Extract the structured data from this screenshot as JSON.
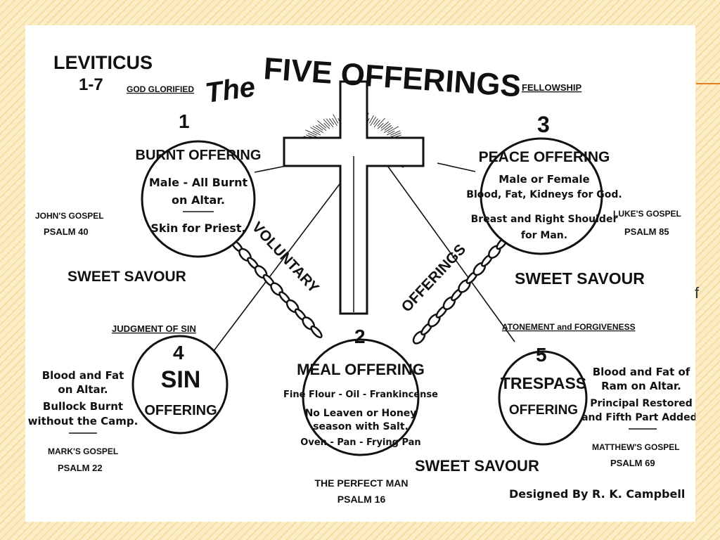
{
  "colors": {
    "background_stripe_light": "#fbeec6",
    "background_stripe_dark": "#f4dda0",
    "panel": "#ffffff",
    "ink": "#111111",
    "accent_line": "#e67e22"
  },
  "reference": {
    "book": "LEVITICUS",
    "chapters": "1-7"
  },
  "title": {
    "prefix": "The",
    "main": "FIVE OFFERINGS"
  },
  "chain_labels": {
    "left": "VOLUNTARY",
    "right": "OFFERINGS"
  },
  "offerings": {
    "burnt": {
      "heading": "GOD GLORIFIED",
      "number": "1",
      "name": "BURNT OFFERING",
      "lines": [
        "Male - All Burnt",
        "on Altar.",
        "Skin for Priest."
      ],
      "gospel": "JOHN'S GOSPEL",
      "psalm": "PSALM 40",
      "savour": "SWEET SAVOUR"
    },
    "meal": {
      "number": "2",
      "name": "MEAL OFFERING",
      "lines": [
        "Fine Flour - Oil - Frankincense",
        "No Leaven or Honey",
        "season with Salt.",
        "Oven - Pan - Frying Pan"
      ],
      "caption": "THE PERFECT MAN",
      "psalm": "PSALM 16",
      "savour": "SWEET SAVOUR"
    },
    "peace": {
      "heading": "FELLOWSHIP",
      "number": "3",
      "name": "PEACE OFFERING",
      "lines": [
        "Male or Female",
        "Blood, Fat, Kidneys for God.",
        "Breast and Right Shoulder",
        "for Man."
      ],
      "gospel": "LUKE'S GOSPEL",
      "psalm": "PSALM 85",
      "savour": "SWEET SAVOUR"
    },
    "sin": {
      "heading": "JUDGMENT OF SIN",
      "number": "4",
      "name_top": "SIN",
      "name_bottom": "OFFERING",
      "lines": [
        "Blood and Fat",
        "on Altar.",
        "Bullock Burnt",
        "without the Camp."
      ],
      "gospel": "MARK'S GOSPEL",
      "psalm": "PSALM 22"
    },
    "trespass": {
      "heading": "ATONEMENT and FORGIVENESS",
      "number": "5",
      "name_top": "TRESPASS",
      "name_bottom": "OFFERING",
      "lines": [
        "Blood and Fat of",
        "Ram on Altar.",
        "Principal Restored",
        "and Fifth Part Added."
      ],
      "gospel": "MATTHEW'S GOSPEL",
      "psalm": "PSALM 69"
    }
  },
  "credit": "Designed By R. K. Campbell",
  "stray_glyph": "f"
}
